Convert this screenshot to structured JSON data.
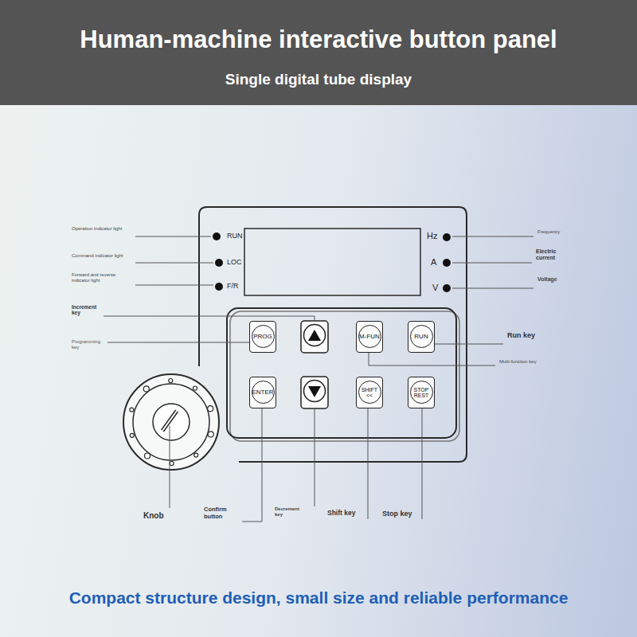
{
  "diagram": {
    "title": "Human-machine interactive button panel",
    "caption": "Compact structure design, small size and reliable performance",
    "nodes": [
      {
        "text": [
          "PROG"
        ]
      },
      {
        "text": [
          "M-FUN"
        ]
      },
      {
        "text": [
          "RUN"
        ]
      },
      {
        "text": [
          "ENTER"
        ]
      },
      {
        "text": [
          "SHIFT",
          "<<"
        ]
      },
      {
        "text": [
          "STOP",
          "REST"
        ]
      }
    ],
    "labels": [
      "Single digital tube display",
      "RUN",
      "LOC",
      "F/R",
      "Hz",
      "A",
      "V",
      "Operation indicator light",
      "Command indicator light",
      "Forward and reverse indicator light",
      "Increment key",
      "Programming key",
      "Frequency",
      "Electric current",
      "Voltage",
      "Run key",
      "Multi-function key",
      "Knob",
      "Confirm button",
      "Decrement key",
      "Shift key",
      "Stop key"
    ]
  }
}
